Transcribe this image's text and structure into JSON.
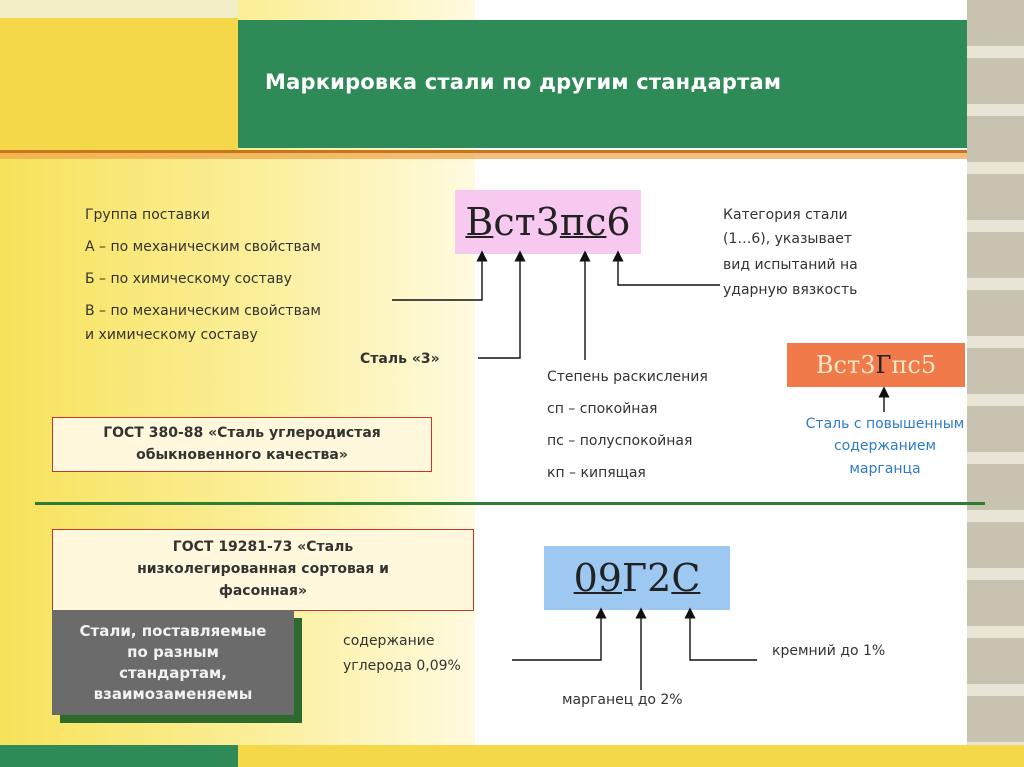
{
  "title": "Маркировка стали по другим стандартам",
  "supply_group": {
    "heading": "Группа поставки",
    "a": "А – по механическим свойствам",
    "b": "Б – по химическому составу",
    "c1": "В – по механическим свойствам",
    "c2": "и химическому составу"
  },
  "code1": {
    "p1": "В",
    "p2": "ст3",
    "p3": "пс",
    "p4": "6"
  },
  "category": {
    "l1": "Категория стали",
    "l2": "(1…6), указывает",
    "l3": "вид испытаний на",
    "l4": "ударную вязкость"
  },
  "steel3": "Сталь «3»",
  "deox": {
    "heading": "Степень раскисления",
    "sp": "сп – спокойная",
    "ps": "пс – полуспокойная",
    "kp": "кп – кипящая"
  },
  "gost380": {
    "l1": "ГОСТ 380-88 «Сталь углеродистая",
    "l2": "обыкновенного качества»"
  },
  "code2": {
    "p1": "Вст3",
    "p2": "Г",
    "p3": "пс5"
  },
  "manganese_note": {
    "l1": "Сталь с повышенным",
    "l2": "содержанием",
    "l3": "марганца"
  },
  "gost19281": {
    "l1": "ГОСТ 19281-73 «Сталь",
    "l2": "низколегированная сортовая и",
    "l3": "фасонная»"
  },
  "gray_box": {
    "l1": "Стали, поставляемые",
    "l2": "по разным",
    "l3": "стандартам,",
    "l4": "взаимозаменяемы"
  },
  "code3": {
    "p1": "09",
    "p2": "Г2",
    "p3": "С"
  },
  "carbon": {
    "l1": "содержание",
    "l2": "углерода 0,09%"
  },
  "silicon": "кремний до 1%",
  "manganese": "марганец до 2%",
  "colors": {
    "green": "#2e8b57",
    "yellow": "#f5d84a",
    "pink_box": "#f7c8f0",
    "orange_box": "#f07a4a",
    "blue_box": "#9cc8f2",
    "blue_text": "#2f7bc8"
  }
}
